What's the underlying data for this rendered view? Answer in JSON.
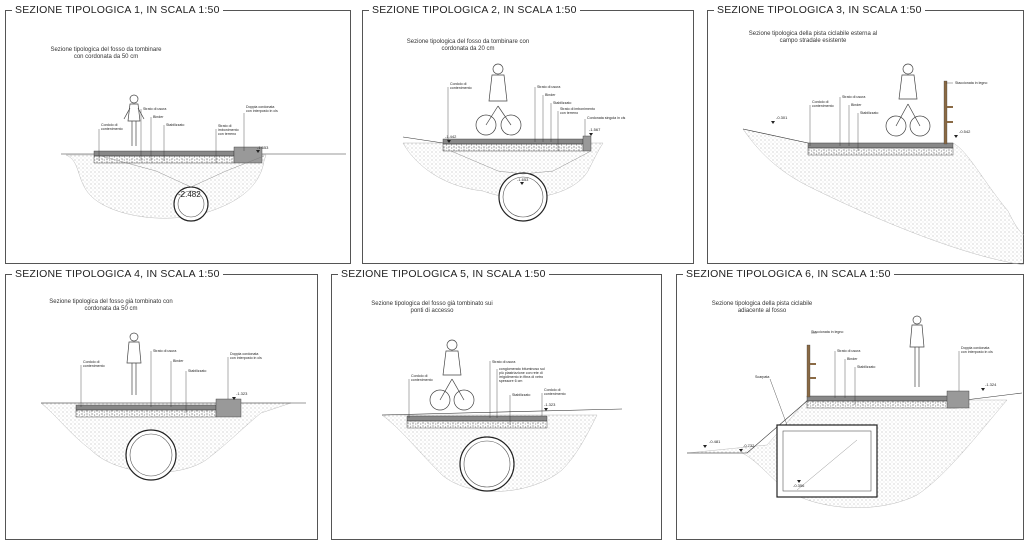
{
  "sections": [
    {
      "title": "SEZIONE TIPOLOGICA 1, IN SCALA 1:50",
      "description": "Sezione tipologica del fosso da tombinare\ncon cordonata da 50 cm",
      "labels": [
        "Cordolo di\ncontenimento",
        "Strato di usura",
        "Binder",
        "Stabilizzato",
        "Strato di\nimbonimento\ncon terreno",
        "Doppia cordonata\ncon interposto in cls"
      ],
      "levels": [
        "-1.653",
        "-2.482"
      ]
    },
    {
      "title": "SEZIONE TIPOLOGICA 2, IN SCALA 1:50",
      "description": "Sezione tipologica del fosso da tombinare con\ncordonata da 20 cm",
      "labels": [
        "Cordolo di\ncontenimento",
        "Strato di usura",
        "Binder",
        "Stabilizzato",
        "Strato di imbonimento\ncon terreno",
        "Cordonata singola in cls"
      ],
      "levels": [
        "-1.442",
        "-1.567",
        "-1.653"
      ]
    },
    {
      "title": "SEZIONE TIPOLOGICA 3, IN SCALA 1:50",
      "description": "Sezione tipologica della pista ciclabile esterna al\ncampo stradale esistente",
      "labels": [
        "Cordolo di\ncontenimento",
        "Strato di usura",
        "Binder",
        "Stabilizzato",
        "Staccionata in legno"
      ],
      "levels": [
        "-0.301",
        "-0.542"
      ]
    },
    {
      "title": "SEZIONE TIPOLOGICA 4, IN SCALA 1:50",
      "description": "Sezione tipologica del fosso già tombinato con\ncordonata da 50 cm",
      "labels": [
        "Cordolo di\ncontenimento",
        "Strato di usura",
        "Binder",
        "Stabilizzato",
        "Doppia cordonata\ncon interposto in cls"
      ],
      "levels": [
        "-1.323"
      ]
    },
    {
      "title": "SEZIONE TIPOLOGICA 5, IN SCALA 1:50",
      "description": "Sezione tipologica del fosso già tombinato sui\nponti di accesso",
      "labels": [
        "Cordolo di\ncontenimento",
        "Strato di usura",
        "conglomerato bituminoso sul\npiù piastrizzione con rete di\nirrigidimento in fibra di vetro\nspessore 6 cm",
        "Stabilizzato",
        "Cordolo di\ncontenimento"
      ],
      "levels": [
        "-1.323"
      ]
    },
    {
      "title": "SEZIONE TIPOLOGICA 6, IN SCALA 1:50",
      "description": "Sezione tipologica della pista ciclabile\nadiacente al fosso",
      "labels": [
        "Staccionata in legno",
        "Strato di usura",
        "Binder",
        "Stabilizzato",
        "Scarpata",
        "Doppia cordonata\ncon interposto in cls"
      ],
      "levels": [
        "-0.481",
        "-0.732",
        "-0.356",
        "-1.324"
      ]
    }
  ]
}
